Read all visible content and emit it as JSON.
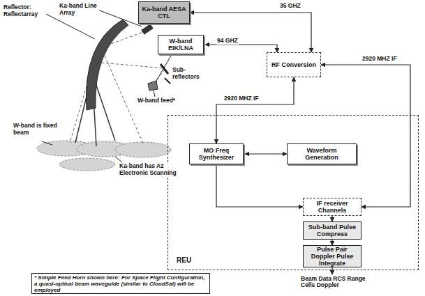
{
  "diagram": {
    "nodes": [
      {
        "text": [
          "Ka-band AESA CTL"
        ]
      },
      {
        "text": [
          "W-band EIK/LNA"
        ]
      },
      {
        "text": [
          "RF Conversion"
        ]
      },
      {
        "text": [
          "REU"
        ]
      },
      {
        "text": [
          "MO Freq Synthesizer"
        ],
        "in": 3
      },
      {
        "text": [
          "Waveform Generation"
        ],
        "in": 3
      },
      {
        "text": [
          "IF receiver Channels"
        ],
        "in": 3
      },
      {
        "text": [
          "Sub-band Pulse Compress"
        ],
        "in": 3
      },
      {
        "text": [
          "Pulse Pair Doppler Pulse Integrate"
        ],
        "in": 3
      },
      {
        "text": [
          "* Simple Feed Horn shown here: For Space Flight Configuration, a quasi-optical beam waveguide (similar to CloudSat) will be employed"
        ]
      }
    ],
    "edges": [
      {
        "from": 0,
        "to": 2,
        "label": "35 GHZ",
        "arrow": "both"
      },
      {
        "from": 1,
        "to": 2,
        "label": "94 GHZ",
        "arrow": "both"
      },
      {
        "from": 2,
        "to": 6,
        "label": "2920 MHZ IF",
        "arrow": "both"
      },
      {
        "from": 4,
        "to": 2,
        "label": "2920 MHZ IF",
        "arrow": "both"
      },
      {
        "from": 4,
        "to": 5,
        "arrow": "both"
      },
      {
        "from": 4,
        "to": 6,
        "arrow": "to"
      },
      {
        "from": 6,
        "to": 7,
        "arrow": "to"
      },
      {
        "from": 7,
        "to": 8,
        "arrow": "to"
      }
    ],
    "labels": [
      "Reflector: Reflectarray",
      "Ka-band Line Array",
      "Sub-reflectors",
      "W-band feed*",
      "W-band is fixed beam",
      "Ka-band has Az Electronic Scanning",
      "Beam Data RCS Range Cells Doppler"
    ]
  }
}
